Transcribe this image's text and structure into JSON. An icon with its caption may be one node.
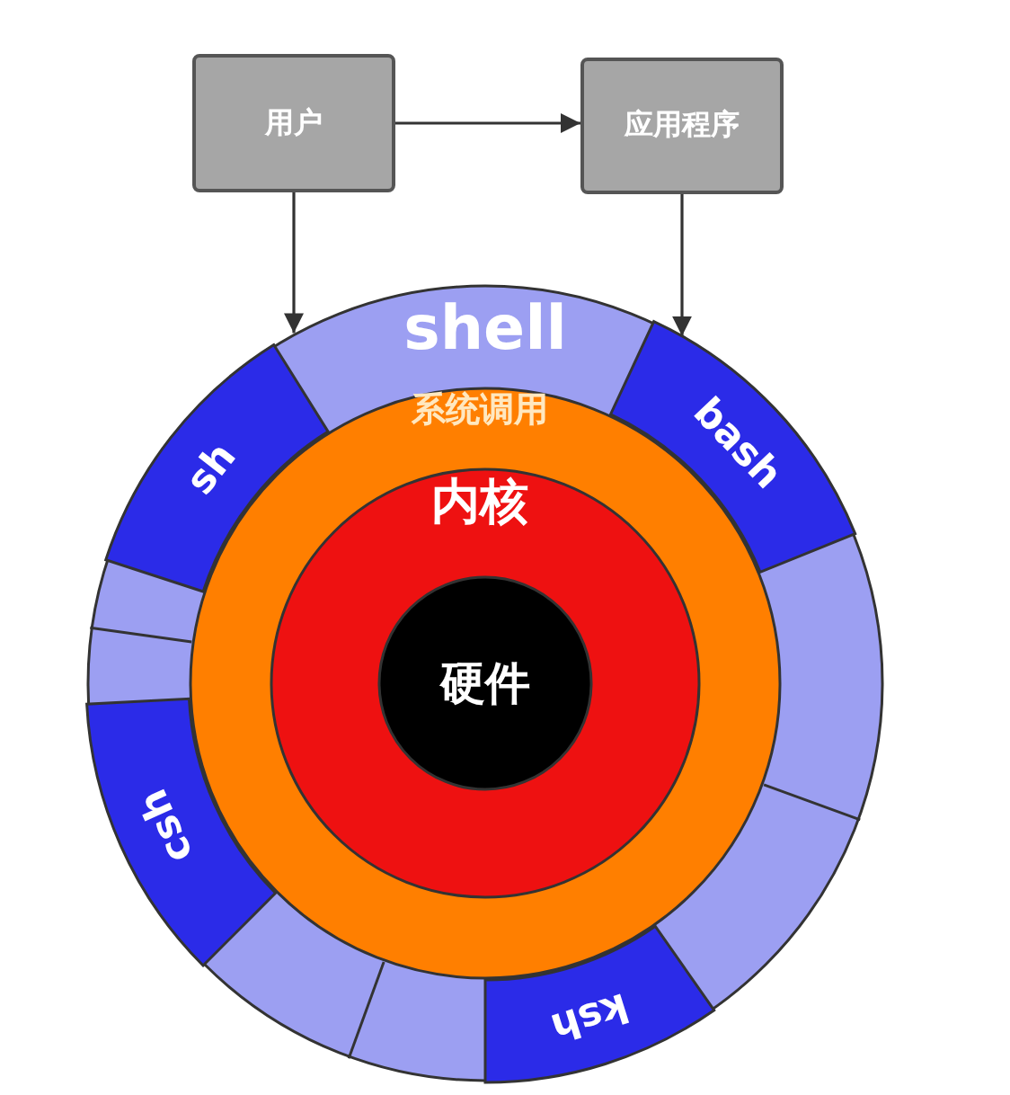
{
  "diagram": {
    "nodes": [
      {
        "text": [
          "用户"
        ]
      },
      {
        "text": [
          "应用程序"
        ]
      },
      {
        "text": [
          "shell"
        ]
      },
      {
        "text": [
          "sh"
        ],
        "in": 2
      },
      {
        "text": [
          "bash"
        ],
        "in": 2
      },
      {
        "text": [
          "csh"
        ],
        "in": 2
      },
      {
        "text": [
          "ksh"
        ],
        "in": 2
      },
      {
        "text": [
          "系统调用"
        ],
        "in": 2
      },
      {
        "text": [
          "内核"
        ],
        "in": 7
      },
      {
        "text": [
          "硬件"
        ],
        "in": 8
      }
    ],
    "edges": [
      {
        "from": 0,
        "to": 1,
        "arrow": "to"
      },
      {
        "from": 0,
        "to": 2,
        "arrow": "to"
      },
      {
        "from": 1,
        "to": 2,
        "arrow": "to"
      }
    ]
  }
}
